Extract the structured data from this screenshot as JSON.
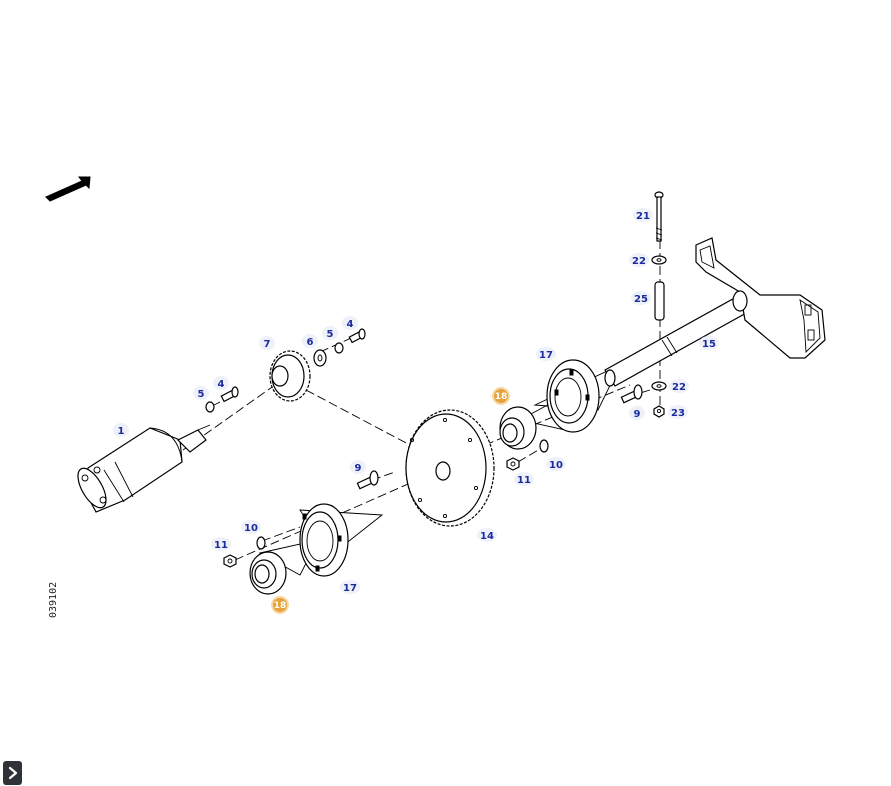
{
  "drawing": {
    "document_id": "039102",
    "callouts": [
      {
        "id": "c1",
        "label": "1"
      },
      {
        "id": "c5a",
        "label": "5"
      },
      {
        "id": "c4a",
        "label": "4"
      },
      {
        "id": "c7",
        "label": "7"
      },
      {
        "id": "c6",
        "label": "6"
      },
      {
        "id": "c5b",
        "label": "5"
      },
      {
        "id": "c4b",
        "label": "4"
      },
      {
        "id": "c9a",
        "label": "9"
      },
      {
        "id": "c10a",
        "label": "10"
      },
      {
        "id": "c11a",
        "label": "11"
      },
      {
        "id": "c17a",
        "label": "17"
      },
      {
        "id": "c14",
        "label": "14"
      },
      {
        "id": "c17b",
        "label": "17"
      },
      {
        "id": "c10b",
        "label": "10"
      },
      {
        "id": "c11b",
        "label": "11"
      },
      {
        "id": "c9b",
        "label": "9"
      },
      {
        "id": "c21",
        "label": "21"
      },
      {
        "id": "c22a",
        "label": "22"
      },
      {
        "id": "c25",
        "label": "25"
      },
      {
        "id": "c15",
        "label": "15"
      },
      {
        "id": "c22b",
        "label": "22"
      },
      {
        "id": "c23",
        "label": "23"
      }
    ],
    "highlighted_callouts": [
      {
        "id": "h18a",
        "label": "18"
      },
      {
        "id": "h18b",
        "label": "18"
      }
    ],
    "highlight_color": "#e8a23c",
    "callout_color": "#1c2c9c"
  },
  "icons": {
    "direction_arrow": "arrow-icon",
    "expand": "chevron-right-icon"
  }
}
